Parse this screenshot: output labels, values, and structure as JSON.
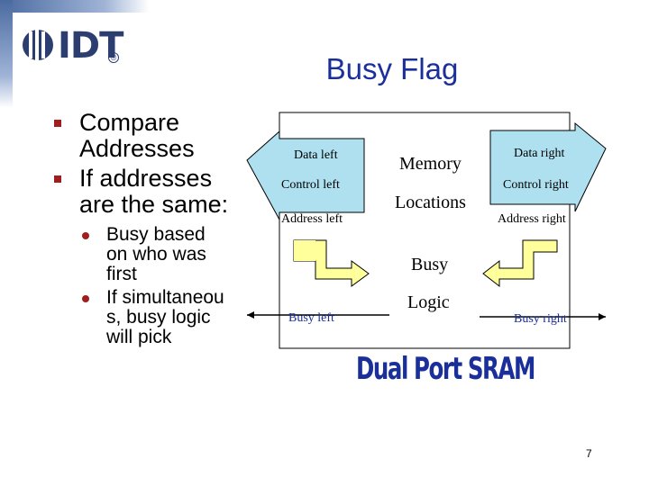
{
  "logo": {
    "text": "IDT",
    "mark": "®"
  },
  "slide": {
    "title": "Busy Flag",
    "page_number": "7"
  },
  "bullets": [
    {
      "text": "Compare Addresses"
    },
    {
      "text": "If addresses are the same:",
      "subitems": [
        {
          "text": "Busy based on who was first"
        },
        {
          "text": "If simultaneou s, busy logic will pick"
        }
      ]
    }
  ],
  "diagram": {
    "left_labels": {
      "data": "Data left",
      "control": "Control left",
      "address": "Address left",
      "busy": "Busy left"
    },
    "right_labels": {
      "data": "Data right",
      "control": "Control right",
      "address": "Address right",
      "busy": "Busy right"
    },
    "memory": {
      "line1": "Memory",
      "line2": "Locations"
    },
    "busy_logic": {
      "line1": "Busy",
      "line2": "Logic"
    },
    "arrow_fill": "#aee0f0",
    "yellow_fill": "#ffff9c"
  },
  "caption": "Dual Port SRAM"
}
